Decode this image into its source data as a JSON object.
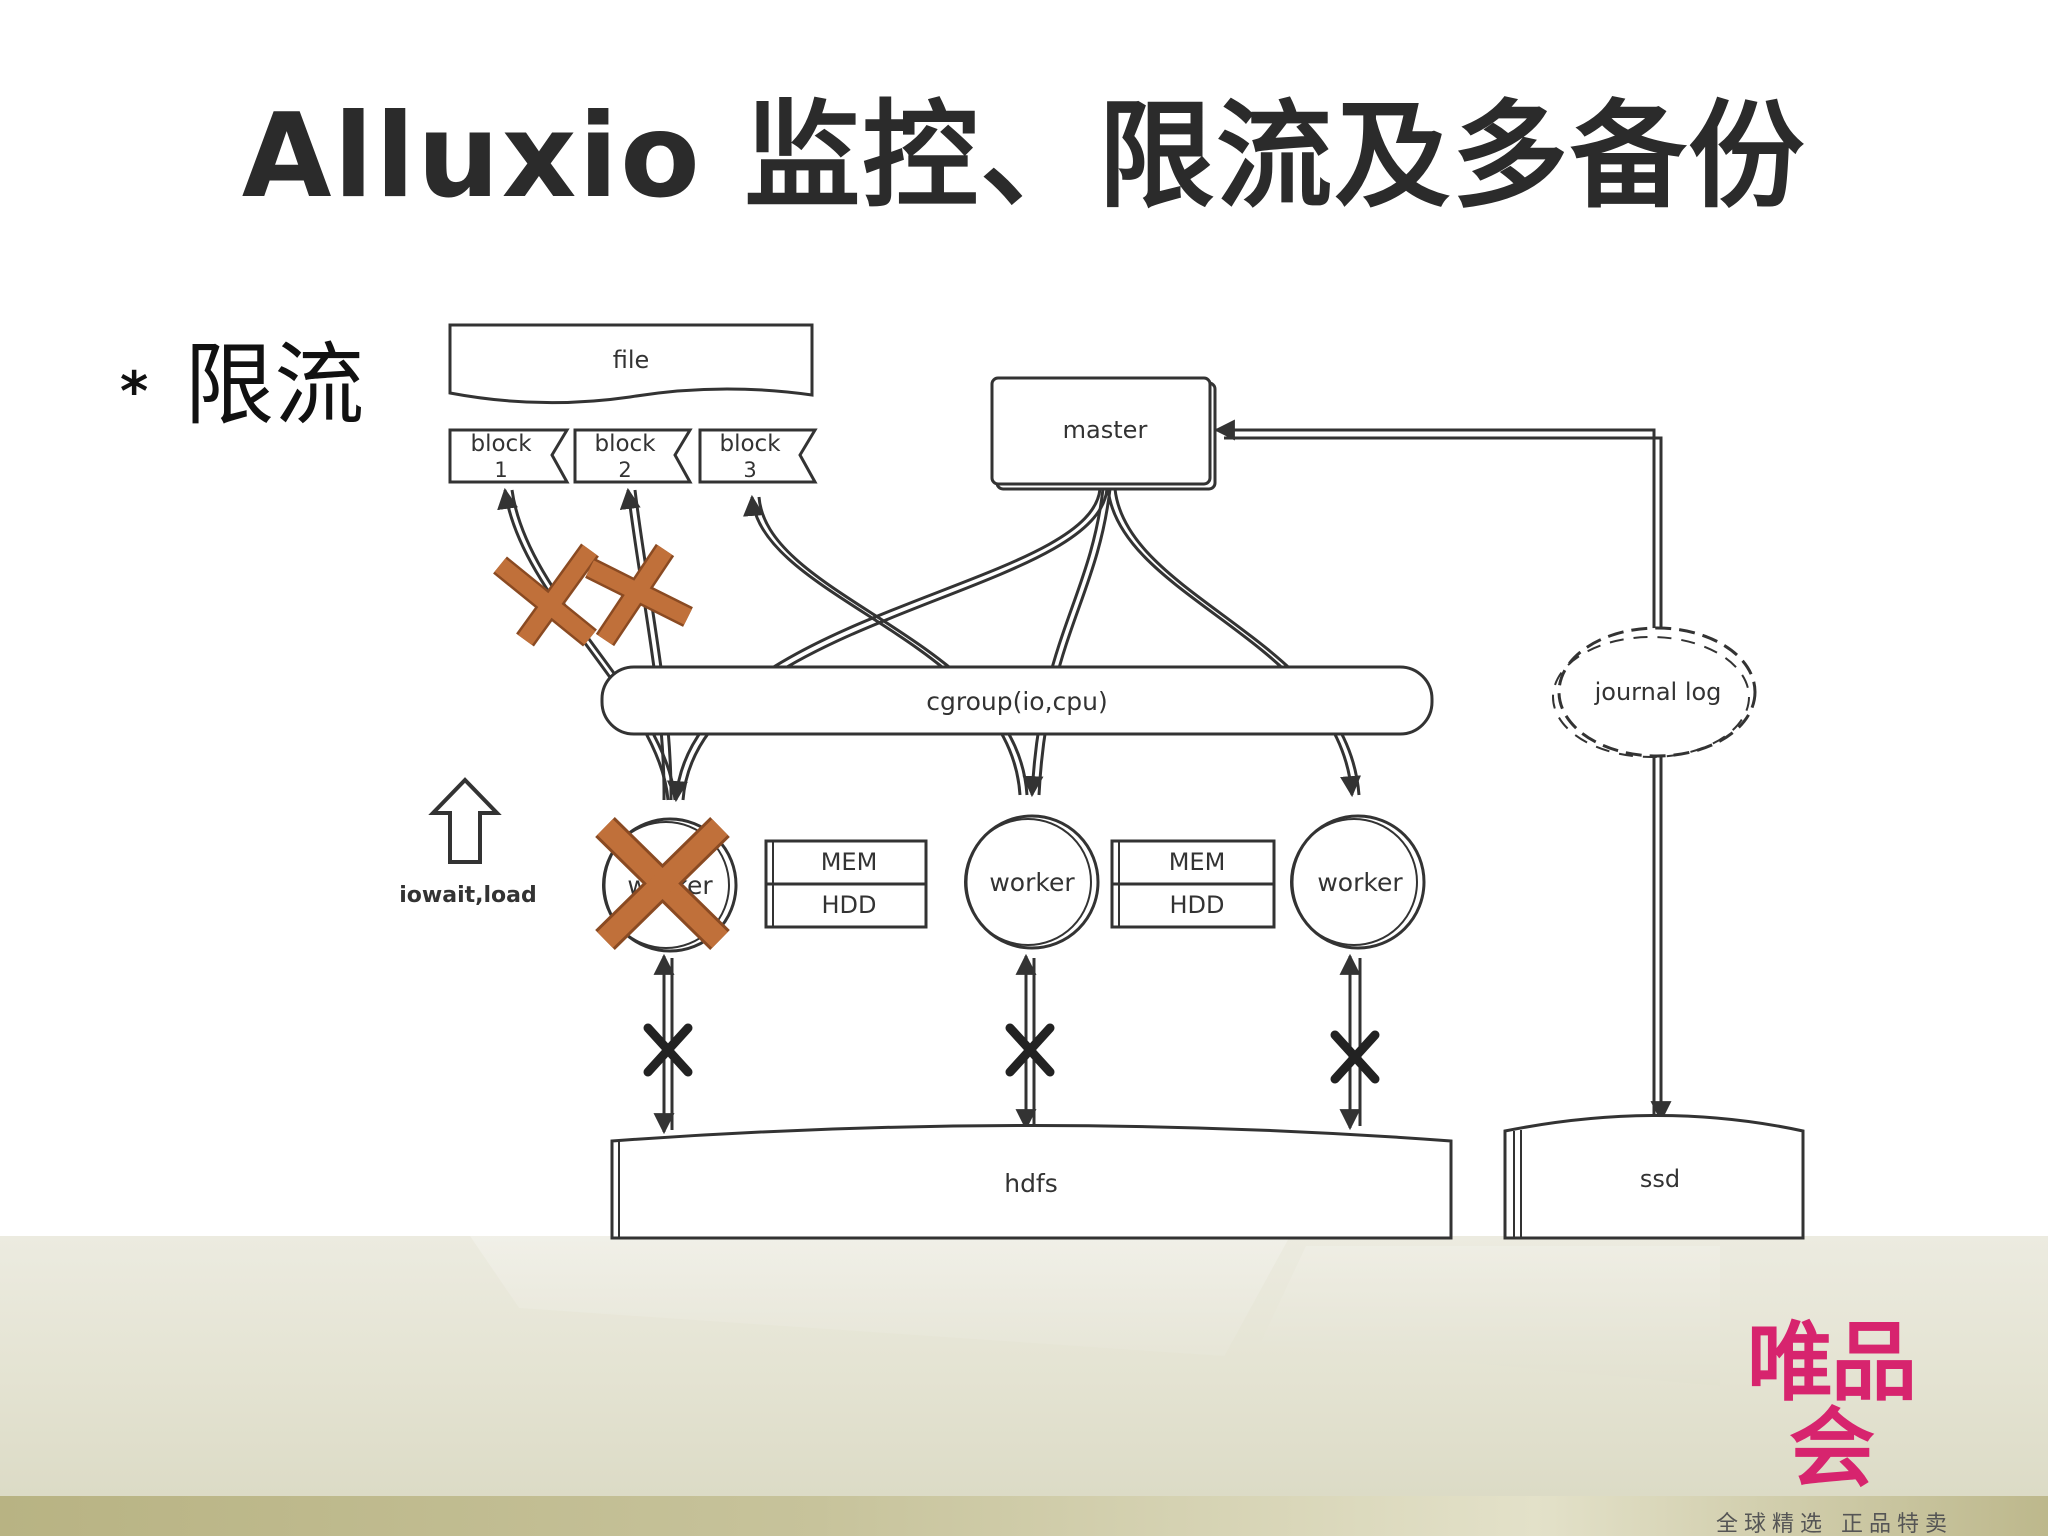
{
  "slide": {
    "title": "Alluxio 监控、限流及多备份",
    "bullet": "限流",
    "bullet_symbol": "*"
  },
  "diagram": {
    "file_label": "file",
    "blocks": [
      {
        "line1": "block",
        "line2": "1"
      },
      {
        "line1": "block",
        "line2": "2"
      },
      {
        "line1": "block",
        "line2": "3"
      }
    ],
    "master_label": "master",
    "cgroup_label": "cgroup(io,cpu)",
    "journal_label": "journal log",
    "indicator_label": "iowait,load",
    "workers": [
      {
        "label": "worker",
        "failed": true
      },
      {
        "label": "worker",
        "failed": false
      },
      {
        "label": "worker",
        "failed": false
      }
    ],
    "storage_tiers": [
      {
        "top": "MEM",
        "bottom": "HDD"
      },
      {
        "top": "MEM",
        "bottom": "HDD"
      }
    ],
    "hdfs_label": "hdfs",
    "ssd_label": "ssd",
    "colors": {
      "line": "#333333",
      "fail_cross": "#c0703a",
      "fail_cross_edge": "#8a4a22"
    }
  },
  "logo": {
    "main": "唯品会",
    "sub": "全球精选 正品特卖",
    "color": "#d7246e"
  }
}
